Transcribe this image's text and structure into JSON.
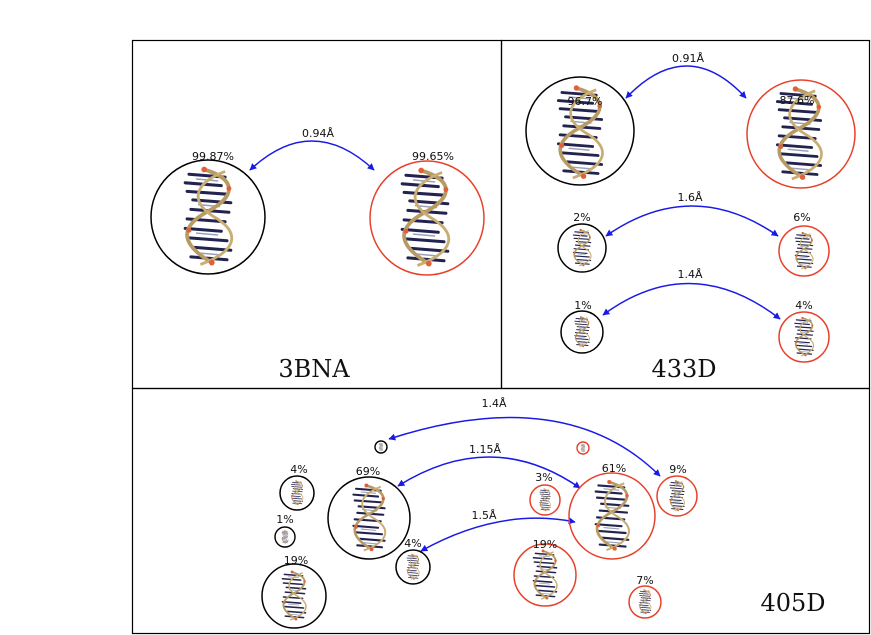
{
  "colors": {
    "arrow": "#1a1ae6",
    "reference_circle": "#000000",
    "predicted_circle": "#e8412a",
    "helix_backbone": "#b79b62",
    "base_dark": "#23234f",
    "base_light": "#9aa0b8",
    "phosphate": "#e0603a"
  },
  "panels": {
    "p3bna": {
      "name": "3BNA",
      "left_pct": "99.87%",
      "right_pct": "99.65%",
      "distance": "0.94Å"
    },
    "p433d": {
      "name": "433D",
      "rows": [
        {
          "left_pct": "96.7%",
          "right_pct": "87.6%",
          "distance": "0.91Å"
        },
        {
          "left_pct": "2%",
          "right_pct": "6%",
          "distance": "1.6Å"
        },
        {
          "left_pct": "1%",
          "right_pct": "4%",
          "distance": "1.4Å"
        }
      ]
    },
    "p405d": {
      "name": "405D",
      "black_pcts": [
        "4%",
        "1%",
        "19%",
        "69%",
        "4%"
      ],
      "red_pcts": [
        "3%",
        "61%",
        "9%",
        "19%",
        "7%"
      ],
      "distances": [
        "1.4Å",
        "1.15Å",
        "1.5Å"
      ]
    }
  }
}
